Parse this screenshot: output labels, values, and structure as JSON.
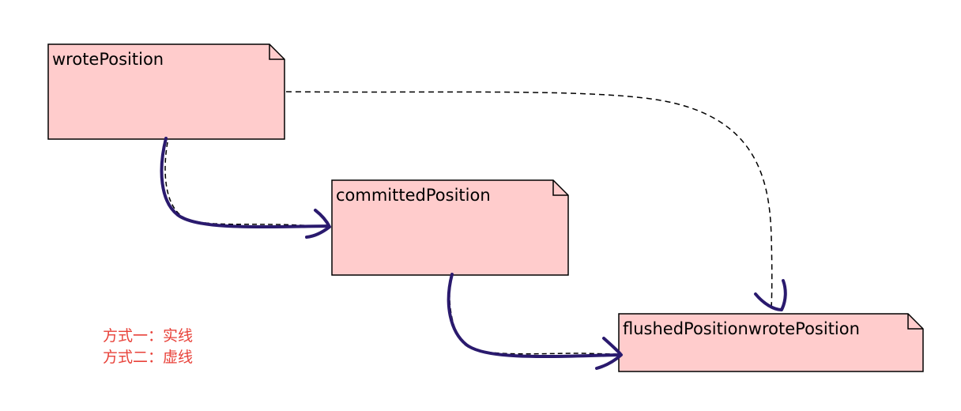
{
  "notes": {
    "wrote": {
      "label": "wrotePosition"
    },
    "committed": {
      "label": "committedPosition"
    },
    "flushed": {
      "label": "flushedPositionwrotePosition"
    }
  },
  "legend": {
    "line1": "方式一：实线",
    "line2": "方式二：虚线"
  },
  "colors": {
    "note_fill": "#ffcccc",
    "note_border": "#000000",
    "solid_arrow": "#2a1a6e",
    "dashed_line": "#000000",
    "legend_text": "#e8423a"
  }
}
